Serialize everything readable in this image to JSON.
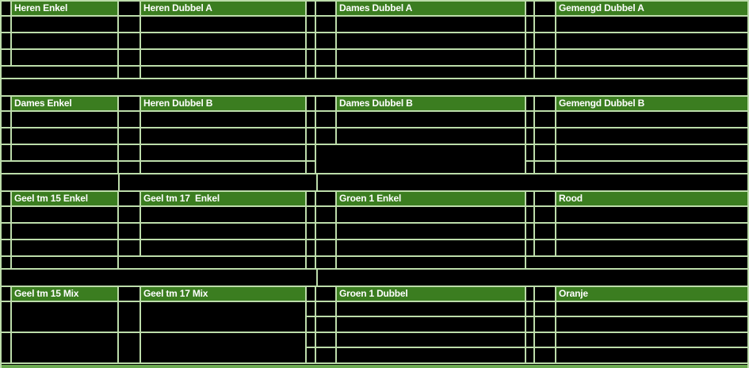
{
  "theme": {
    "background": "#000000",
    "grid_line": "#bcdcaa",
    "header_green": "#3b7d20",
    "edge_green": "#6aa84f",
    "header_text": "#ffffff"
  },
  "sections": [
    {
      "tables": [
        {
          "header": "Heren Enkel"
        },
        {
          "header": "Heren Dubbel A"
        },
        {
          "header": "Dames Dubbel A"
        },
        {
          "header": "Gemengd Dubbel A"
        }
      ]
    },
    {
      "tables": [
        {
          "header": "Dames Enkel"
        },
        {
          "header": "Heren Dubbel B"
        },
        {
          "header": "Dames Dubbel B"
        },
        {
          "header": "Gemengd Dubbel B"
        }
      ]
    },
    {
      "tables": [
        {
          "header": "Geel tm 15 Enkel"
        },
        {
          "header": "Geel tm 17  Enkel"
        },
        {
          "header": "Groen 1 Enkel"
        },
        {
          "header": "Rood"
        }
      ]
    },
    {
      "tables": [
        {
          "header": "Geel tm 15 Mix"
        },
        {
          "header": "Geel tm 17 Mix"
        },
        {
          "header": "Groen 1 Dubbel"
        },
        {
          "header": "Oranje"
        }
      ]
    }
  ]
}
